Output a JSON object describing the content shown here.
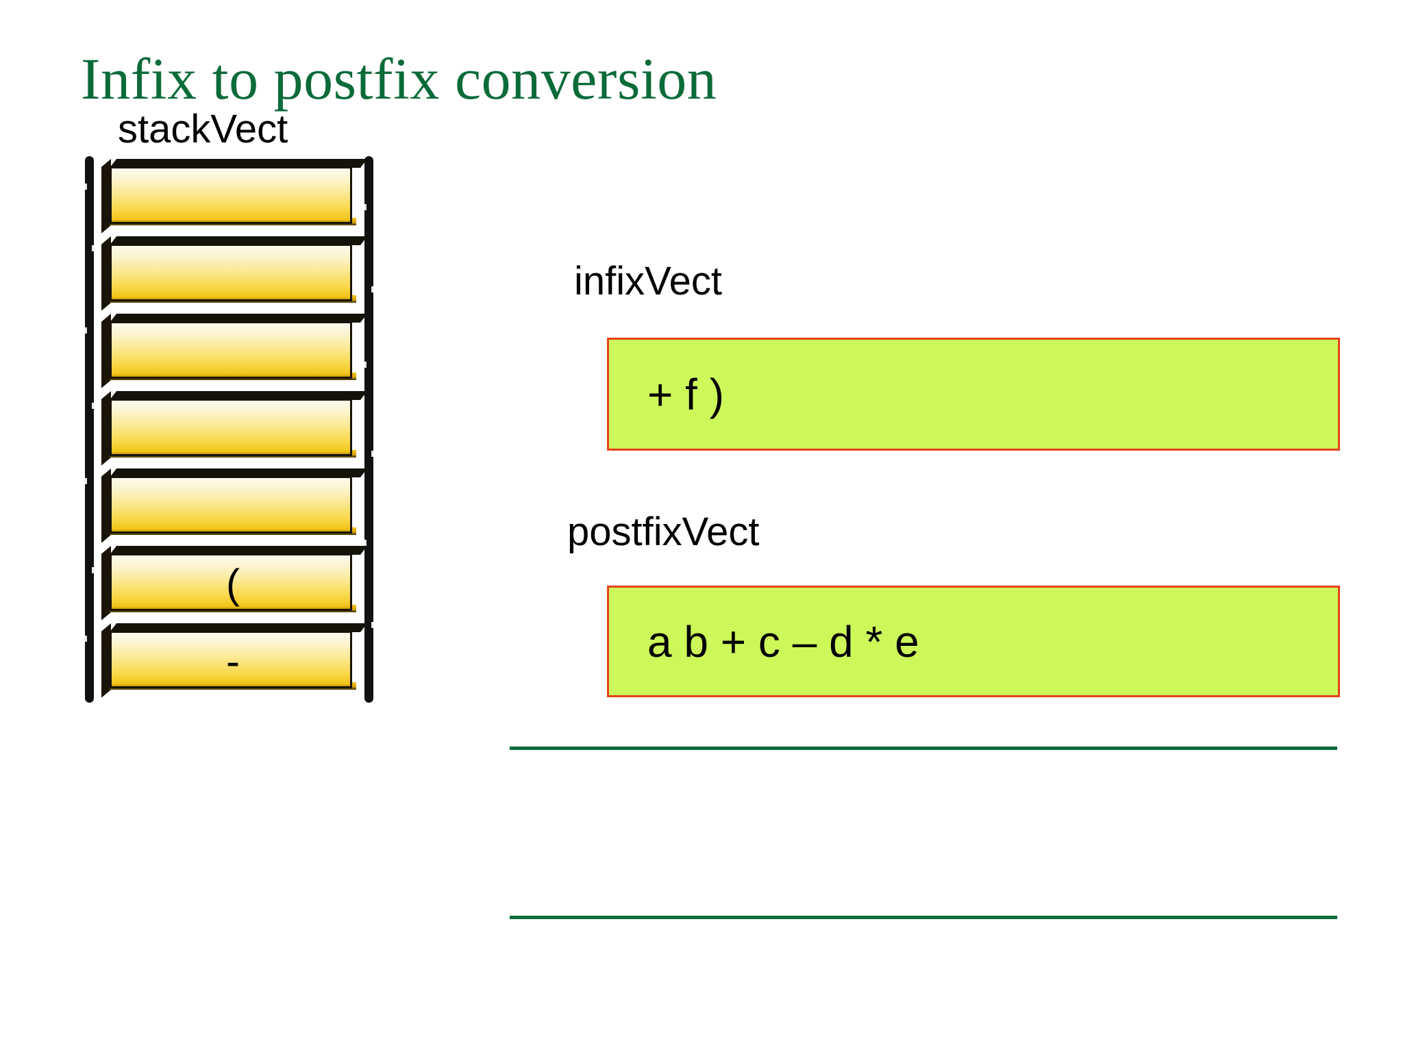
{
  "slide": {
    "title": "Infix to postfix conversion",
    "title_color": "#0B6B39",
    "background": "#FFFFFF"
  },
  "stack": {
    "label": "stackVect",
    "cell_fill_light": "#FDFAEE",
    "cell_fill_dark": "#F3C51A",
    "cell_count": 7,
    "cells": [
      {
        "index": 0,
        "value": ""
      },
      {
        "index": 1,
        "value": ""
      },
      {
        "index": 2,
        "value": ""
      },
      {
        "index": 3,
        "value": ""
      },
      {
        "index": 4,
        "value": ""
      },
      {
        "index": 5,
        "value": "("
      },
      {
        "index": 6,
        "value": "-"
      }
    ]
  },
  "panels": [
    {
      "label": "infixVect",
      "value": "+ f )",
      "fill": "#CCF85A",
      "border": "#E8401A"
    },
    {
      "label": "postfixVect",
      "value": "a b + c – d * e",
      "fill": "#CCF85A",
      "border": "#E8401A"
    }
  ],
  "rules": {
    "color": "#0B6B39",
    "count": 2
  }
}
